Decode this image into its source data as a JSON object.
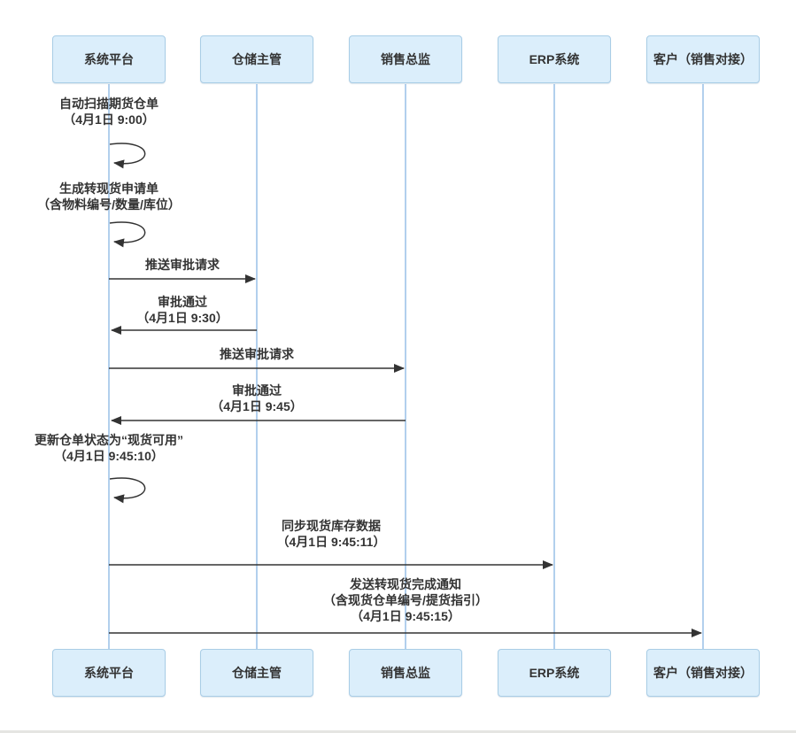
{
  "diagram_type": "sequence-diagram",
  "actors": [
    {
      "label": "系统平台"
    },
    {
      "label": "仓储主管"
    },
    {
      "label": "销售总监"
    },
    {
      "label": "ERP系统"
    },
    {
      "label": "客户（销售对接）"
    }
  ],
  "messages": [
    {
      "kind": "self-loop",
      "from": "系统平台",
      "to": "系统平台",
      "lines": [
        "自动扫描期货仓单",
        "（4月1日 9:00）"
      ]
    },
    {
      "kind": "self-loop",
      "from": "系统平台",
      "to": "系统平台",
      "lines": [
        "生成转现货申请单",
        "（含物料编号/数量/库位）"
      ]
    },
    {
      "kind": "arrow-right",
      "from": "系统平台",
      "to": "仓储主管",
      "lines": [
        "推送审批请求"
      ]
    },
    {
      "kind": "arrow-left",
      "from": "仓储主管",
      "to": "系统平台",
      "lines": [
        "审批通过",
        "（4月1日 9:30）"
      ]
    },
    {
      "kind": "arrow-right",
      "from": "系统平台",
      "to": "销售总监",
      "lines": [
        "推送审批请求"
      ]
    },
    {
      "kind": "arrow-left",
      "from": "销售总监",
      "to": "系统平台",
      "lines": [
        "审批通过",
        "（4月1日 9:45）"
      ]
    },
    {
      "kind": "self-loop",
      "from": "系统平台",
      "to": "系统平台",
      "lines": [
        "更新仓单状态为“现货可用”",
        "（4月1日 9:45:10）"
      ]
    },
    {
      "kind": "arrow-right",
      "from": "系统平台",
      "to": "ERP系统",
      "lines": [
        "同步现货库存数据",
        "（4月1日 9:45:11）"
      ]
    },
    {
      "kind": "arrow-right",
      "from": "系统平台",
      "to": "客户（销售对接）",
      "lines": [
        "发送转现货完成通知",
        "（含现货仓单编号/提货指引）",
        "（4月1日 9:45:15）"
      ]
    }
  ],
  "colors": {
    "actor_fill": "#dbeefb",
    "actor_border": "#a9cde6",
    "lifeline": "#a4c7ea",
    "arrow": "#333333",
    "text": "#333333",
    "background": "#ffffff"
  }
}
